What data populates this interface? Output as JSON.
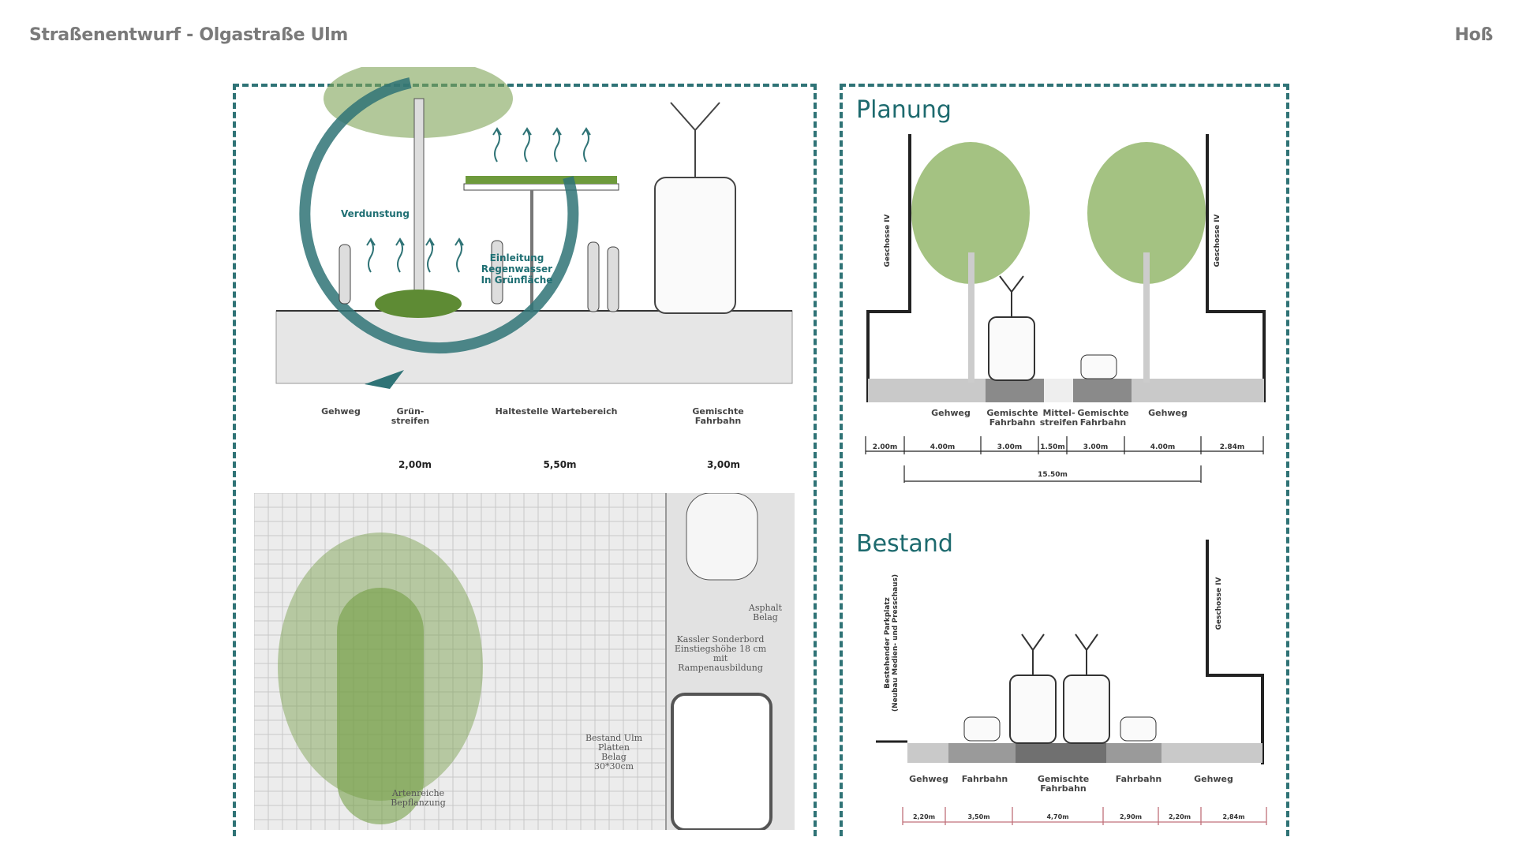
{
  "header": {
    "title": "Straßenentwurf - Olgastraße Ulm",
    "author": "Hoß"
  },
  "left": {
    "annotations": {
      "evaporation": "Verdunstung",
      "rain_line1": "Einleitung Regenwasser",
      "rain_line2": "In Grünfläche"
    },
    "zones": [
      {
        "l1": "Gehweg",
        "l2": ""
      },
      {
        "l1": "Grün-",
        "l2": "streifen"
      },
      {
        "l1": "Haltestelle Wartebereich",
        "l2": ""
      },
      {
        "l1": "Gemischte",
        "l2": "Fahrbahn"
      }
    ],
    "dims": [
      "2,00m",
      "5,50m",
      "3,00m"
    ],
    "plan_notes": {
      "asphalt": [
        "Asphalt",
        "Belag"
      ],
      "kassler": [
        "Kassler Sonderbord",
        "Einstiegshöhe 18 cm",
        "mit",
        "Rampenausbildung"
      ],
      "platten": [
        "Bestand Ulm",
        "Platten",
        "Belag",
        "30*30cm"
      ],
      "pflanzung": [
        "Artenreiche",
        "Bepflanzung"
      ]
    }
  },
  "planung": {
    "title": "Planung",
    "building_label": "Geschosse IV",
    "zones": [
      {
        "l1": "Gehweg",
        "l2": ""
      },
      {
        "l1": "Gemischte",
        "l2": "Fahrbahn"
      },
      {
        "l1": "Mittel-",
        "l2": "streifen"
      },
      {
        "l1": "Gemischte",
        "l2": "Fahrbahn"
      },
      {
        "l1": "Gehweg",
        "l2": ""
      }
    ],
    "dims": [
      "2.00m",
      "4.00m",
      "3.00m",
      "1.50m",
      "3.00m",
      "4.00m",
      "2.84m"
    ],
    "total": "15.50m"
  },
  "bestand": {
    "title": "Bestand",
    "building_label": "Geschosse IV",
    "parking_l1": "Bestehender Parkplatz",
    "parking_l2": "(Neubau Medien- und Presschaus)",
    "zones": [
      {
        "l1": "Gehweg",
        "l2": ""
      },
      {
        "l1": "Fahrbahn",
        "l2": ""
      },
      {
        "l1": "Gemischte",
        "l2": "Fahrbahn"
      },
      {
        "l1": "Fahrbahn",
        "l2": ""
      },
      {
        "l1": "Gehweg",
        "l2": ""
      }
    ],
    "dims": [
      "2,20m",
      "3,50m",
      "4,70m",
      "2,90m",
      "2,20m",
      "2,84m"
    ]
  },
  "colors": {
    "accent": "#2f7376",
    "green": "#6e9a3c",
    "dim_red": "#c0707a"
  }
}
